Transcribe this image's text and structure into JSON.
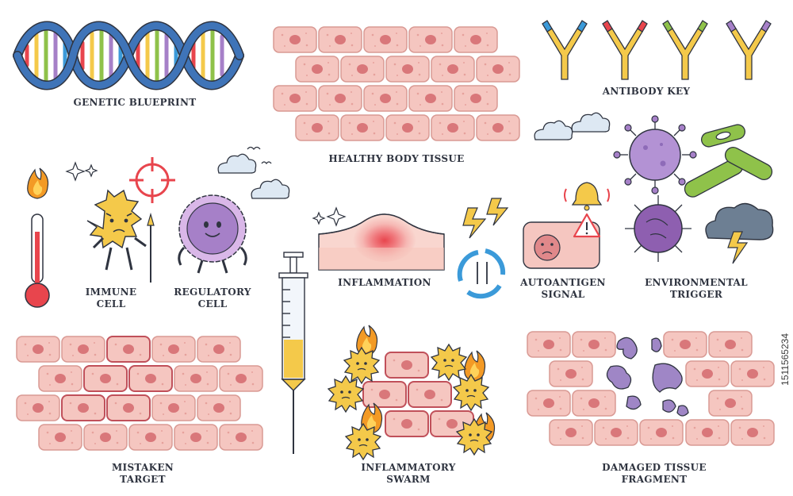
{
  "labels": {
    "genetic_blueprint": "GENETIC BLUEPRINT",
    "healthy_body_tissue": "HEALTHY BODY TISSUE",
    "antibody_key": "ANTIBODY KEY",
    "immune_cell": [
      "IMMUNE",
      "CELL"
    ],
    "regulatory_cell": [
      "REGULATORY",
      "CELL"
    ],
    "inflammation": "INFLAMMATION",
    "autoantigen_signal": [
      "AUTOANTIGEN",
      "SIGNAL"
    ],
    "environmental_trigger": [
      "ENVIRONMENTAL",
      "TRIGGER"
    ],
    "mistaken_target": [
      "MISTAKEN",
      "TARGET"
    ],
    "inflammatory_swarm": [
      "INFLAMMATORY",
      "SWARM"
    ],
    "damaged_tissue_fragment": [
      "DAMAGED TISSUE",
      "FRAGMENT"
    ]
  },
  "stock_id": "1511565234",
  "colors": {
    "cell_fill": "#f5c6c0",
    "cell_stroke": "#d99a94",
    "nucleus": "#d9777a",
    "outline": "#2f3440",
    "dna_blue": "#3f74b8",
    "immune_yellow": "#f4c94a",
    "regulatory_purple": "#a680c8",
    "inflammation_red": "#e8454d",
    "arrow_blue": "#3b9ad9",
    "damaged_purple": "#9f86c6",
    "flame_orange": "#f39a25"
  },
  "icons": [
    "dna-icon",
    "antibody-icon",
    "thermometer-icon",
    "flame-icon",
    "target-icon",
    "syringe-icon",
    "lightning-icon",
    "bell-icon",
    "warning-icon",
    "virus-icon",
    "bacteria-icon",
    "storm-cloud-icon",
    "cycle-arrows-icon"
  ]
}
